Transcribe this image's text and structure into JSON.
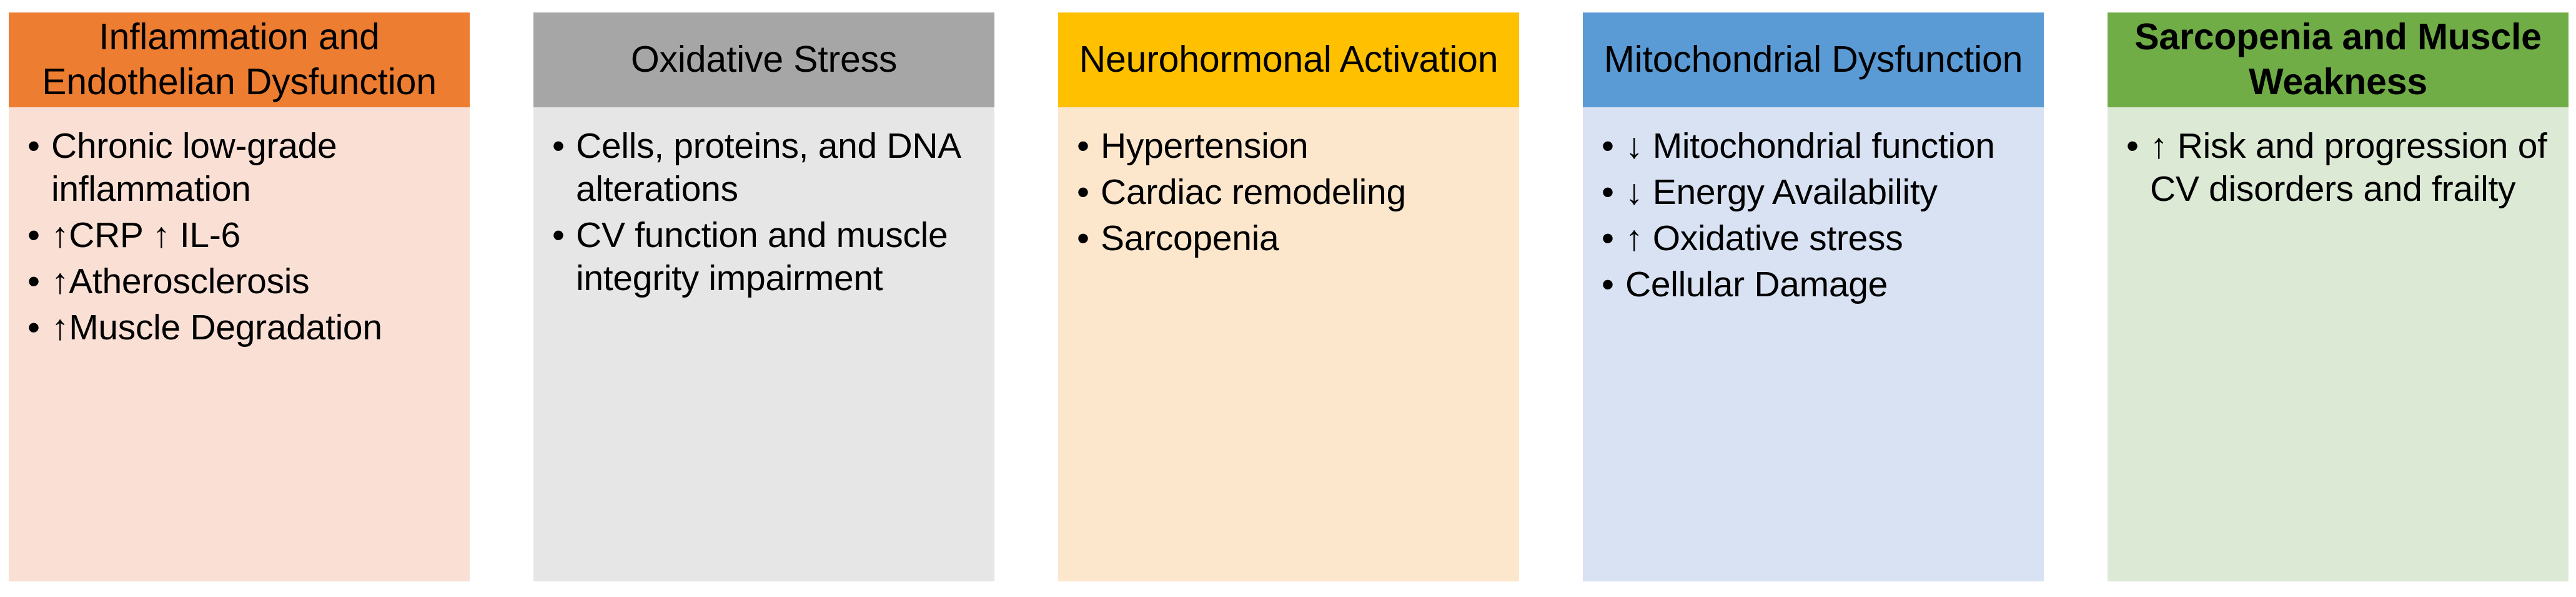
{
  "diagram": {
    "type": "process-columns",
    "background": "#FFFFFF",
    "columns": [
      {
        "id": "inflammation-and-endothelian-dysfunction",
        "title": "Inflammation and Endothelian Dysfunction",
        "title_bold": false,
        "header_color": "#ED7D31",
        "body_color": "#FADFD5",
        "bullet_glyph": "•",
        "items": [
          "Chronic low-grade inflammation",
          "↑CRP ↑ IL-6",
          "↑Atherosclerosis",
          "↑Muscle Degradation"
        ]
      },
      {
        "id": "oxidative-stress",
        "title": "Oxidative Stress",
        "title_bold": false,
        "header_color": "#A6A6A6",
        "body_color": "#E6E6E6",
        "bullet_glyph": "•",
        "items": [
          "Cells, proteins, and DNA alterations",
          "CV function and muscle integrity impairment"
        ]
      },
      {
        "id": "neurohormonal-activation",
        "title": "Neurohormonal Activation",
        "title_bold": false,
        "header_color": "#FFC000",
        "body_color": "#FCE7CD",
        "bullet_glyph": "•",
        "items": [
          "Hypertension",
          " Cardiac remodeling",
          " Sarcopenia"
        ]
      },
      {
        "id": "mitochondrial-dysfunction",
        "title": "Mitochondrial Dysfunction",
        "title_bold": false,
        "header_color": "#5B9BD5",
        "body_color": "#D9E2F3",
        "bullet_glyph": "•",
        "items": [
          "↓ Mitochondrial function",
          "↓ Energy Availability",
          "↑ Oxidative stress",
          "Cellular Damage"
        ]
      },
      {
        "id": "sarcopenia-and-muscle-weakness",
        "title": "Sarcopenia and Muscle Weakness",
        "title_bold": true,
        "header_color": "#70AD47",
        "body_color": "#DCE9D5",
        "bullet_glyph": "•",
        "items": [
          "↑ Risk and progression of CV disorders and frailty"
        ]
      }
    ]
  }
}
